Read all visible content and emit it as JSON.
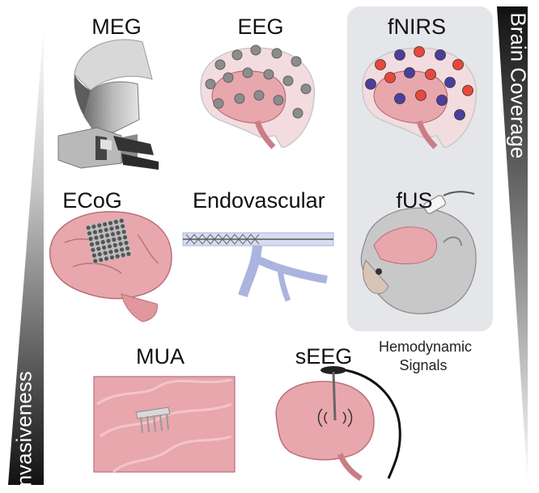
{
  "axes": {
    "invasiveness_label": "Invasiveness",
    "brain_coverage_label": "Brain Coverage"
  },
  "modalities": {
    "meg": "MEG",
    "eeg": "EEG",
    "fnirs": "fNIRS",
    "ecog": "ECoG",
    "endovascular": "Endovascular",
    "fus": "fUS",
    "mua": "MUA",
    "seeg": "sEEG"
  },
  "hemodynamic_group": {
    "line1": "Hemodynamic",
    "line2": "Signals"
  },
  "colors": {
    "gradient_dark": "#111111",
    "brain_pink": "#e8a7ad",
    "brain_outline": "#b86f78",
    "panel_gray": "#e5e6e9",
    "fnirs_red": "#e8473b",
    "fnirs_blue": "#4b3f9e",
    "electrode_gray": "#8c8c8c",
    "vessel_blue": "#aab4de"
  }
}
